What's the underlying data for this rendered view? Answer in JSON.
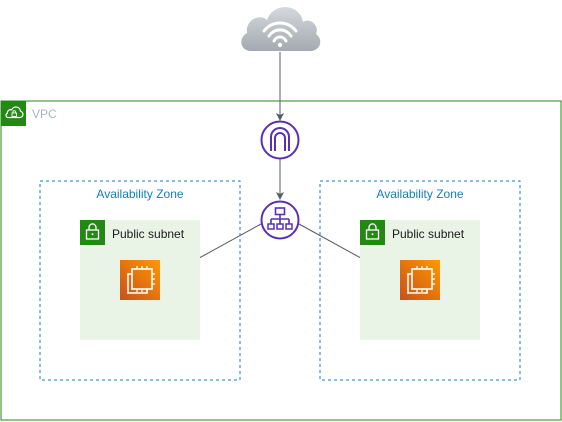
{
  "vpc": {
    "label": "VPC",
    "border_color": "#248814",
    "label_color": "#aab7b8"
  },
  "internet": {
    "icon": "internet-cloud-icon"
  },
  "gateway": {
    "icon": "internet-gateway-icon",
    "color": "#5a30b5"
  },
  "load_balancer": {
    "icon": "elastic-load-balancer-icon",
    "color": "#5a30b5"
  },
  "zones": [
    {
      "label": "Availability Zone",
      "label_color": "#147eba",
      "subnet": {
        "label": "Public subnet",
        "fill": "#e9f3e6",
        "badge_color": "#248814",
        "instance_icon": "ec2-instance-icon",
        "instance_color": "#ed7100"
      }
    },
    {
      "label": "Availability Zone",
      "label_color": "#147eba",
      "subnet": {
        "label": "Public subnet",
        "fill": "#e9f3e6",
        "badge_color": "#248814",
        "instance_icon": "ec2-instance-icon",
        "instance_color": "#ed7100"
      }
    }
  ],
  "connector_color": "#545b64"
}
